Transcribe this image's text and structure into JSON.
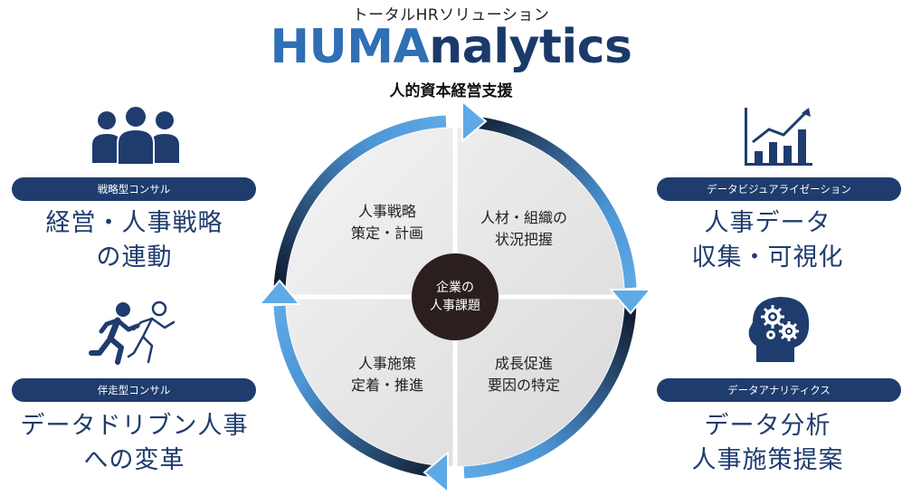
{
  "header": {
    "subtitle": "トータルHRソリューション",
    "logo_part1": "HUMA",
    "logo_part2": "nalytics",
    "tagline": "人的資本経営支援"
  },
  "left": [
    {
      "pill": "戦略型コンサル",
      "lines": [
        "経営・人事戦略",
        "の連動"
      ],
      "icon": "people-group-icon"
    },
    {
      "pill": "伴走型コンサル",
      "lines": [
        "データドリブン人事",
        "への変革"
      ],
      "icon": "running-figures-icon"
    }
  ],
  "right": [
    {
      "pill": "データビジュアライゼーション",
      "lines": [
        "人事データ",
        "収集・可視化"
      ],
      "icon": "bar-chart-icon"
    },
    {
      "pill": "データアナリティクス",
      "lines": [
        "データ分析",
        "人事施策提案"
      ],
      "icon": "head-gears-icon"
    }
  ],
  "cycle": {
    "center": [
      "企業の",
      "人事課題"
    ],
    "quadrants": [
      [
        "人事戦略",
        "策定・計画"
      ],
      [
        "人材・組織の",
        "状況把握"
      ],
      [
        "成長促進",
        "要因の特定"
      ],
      [
        "人事施策",
        "定着・推進"
      ]
    ]
  },
  "colors": {
    "navy": "#1f3c6e",
    "logo_blue": "#2f6fb5",
    "logo_dark": "#1b3a6b",
    "arrow_light": "#5fa9e6",
    "ring_dark": "#0f1a2e"
  }
}
